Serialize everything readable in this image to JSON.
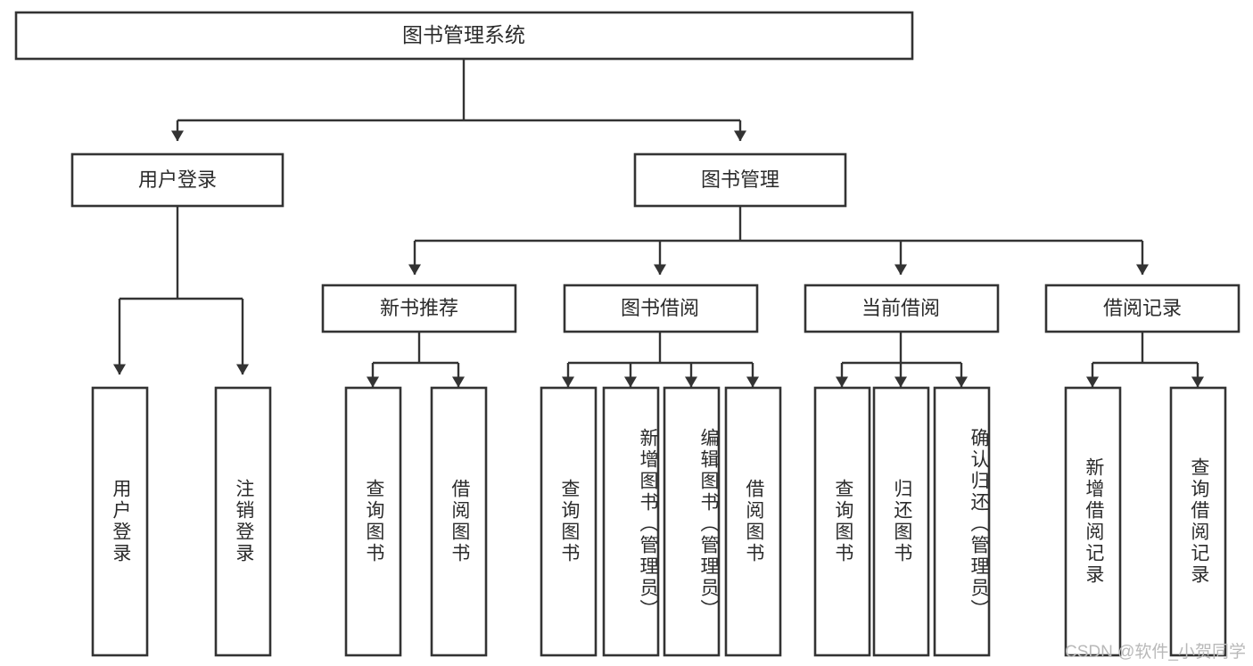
{
  "diagram": {
    "type": "tree-hierarchy",
    "title": "图书管理系统",
    "orientation": "top-down",
    "colors": {
      "box_stroke": "#333333",
      "box_fill": "#ffffff",
      "connector": "#333333",
      "text": "#2b2b2b",
      "watermark": "#b9b9b9",
      "background": "#ffffff"
    },
    "levels": {
      "root": {
        "label": "图书管理系统"
      },
      "level2": [
        {
          "label": "用户登录"
        },
        {
          "label": "图书管理"
        }
      ],
      "level3": [
        {
          "label": "新书推荐"
        },
        {
          "label": "图书借阅"
        },
        {
          "label": "当前借阅"
        },
        {
          "label": "借阅记录"
        }
      ]
    },
    "leaves": {
      "user_login": [
        {
          "label": "用户登录"
        },
        {
          "label": "注销登录"
        }
      ],
      "new_book_recommend": [
        {
          "label": "查询图书"
        },
        {
          "label": "借阅图书"
        }
      ],
      "book_borrow": [
        {
          "label": "查询图书"
        },
        {
          "label": "新增图书（管理员）"
        },
        {
          "label": "编辑图书（管理员）"
        },
        {
          "label": "借阅图书"
        }
      ],
      "current_borrow": [
        {
          "label": "查询图书"
        },
        {
          "label": "归还图书"
        },
        {
          "label": "确认归还（管理员）"
        }
      ],
      "borrow_records": [
        {
          "label": "新增借阅记录"
        },
        {
          "label": "查询借阅记录"
        }
      ]
    }
  },
  "watermark": {
    "text": "CSDN @软件_小贺同学"
  }
}
